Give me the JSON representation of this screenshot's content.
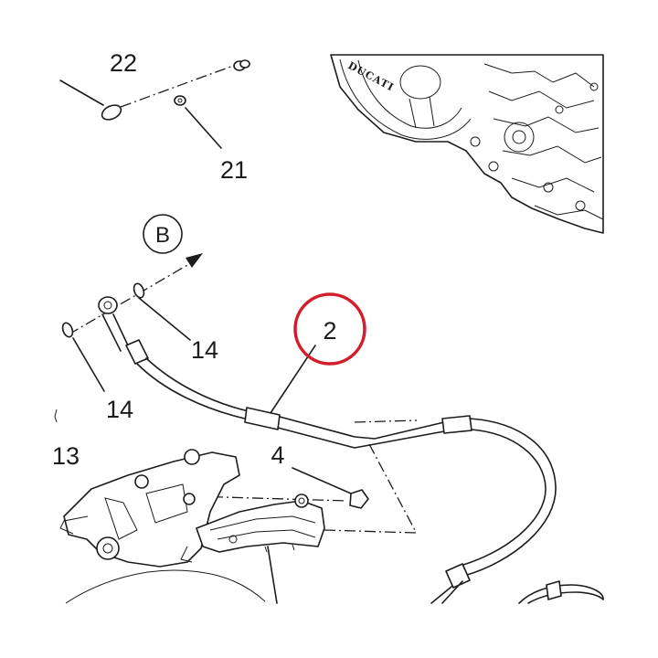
{
  "labels": {
    "p22": "22",
    "p21": "21",
    "view_b": "B",
    "p14_upper": "14",
    "p14_lower": "14",
    "p2": "2",
    "p13": "13",
    "p4": "4"
  },
  "engine": {
    "brand": "DUCATI"
  },
  "colors": {
    "line": "#1c1c1c",
    "highlight": "#d0202c",
    "background": "#ffffff"
  }
}
